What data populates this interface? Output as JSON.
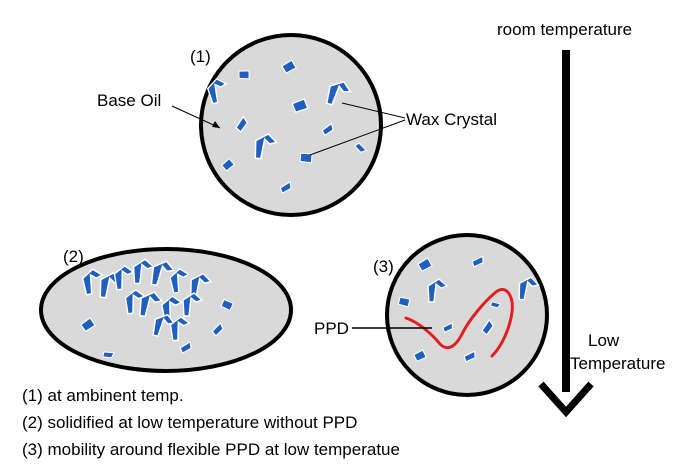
{
  "colors": {
    "background": "#ffffff",
    "circle_fill": "#d9d9d9",
    "circle_stroke": "#000000",
    "wax_crystal": "#1f5fbf",
    "ppd_chain": "#e02020",
    "arrow": "#000000"
  },
  "arrow": {
    "top_label": "room temperature",
    "bottom_label_line1": "Low",
    "bottom_label_line2": "Temperature",
    "direction": "down"
  },
  "panels": [
    {
      "id": "1",
      "number_label": "(1)",
      "description": "at ambinent temp.",
      "crystal_state": "dispersed"
    },
    {
      "id": "2",
      "number_label": "(2)",
      "description": "solidified at low temperature without PPD",
      "crystal_state": "agglomerated"
    },
    {
      "id": "3",
      "number_label": "(3)",
      "description": "mobility around flexible PPD at low temperatue",
      "crystal_state": "dispersed-with-PPD"
    }
  ],
  "labels": {
    "base_oil": "Base Oil",
    "wax_crystal": "Wax Crystal",
    "ppd": "PPD"
  },
  "captions": [
    "(1) at ambinent temp.",
    "(2) solidified  at low temperature without PPD",
    "(3) mobility around flexible PPD at low temperatue"
  ]
}
